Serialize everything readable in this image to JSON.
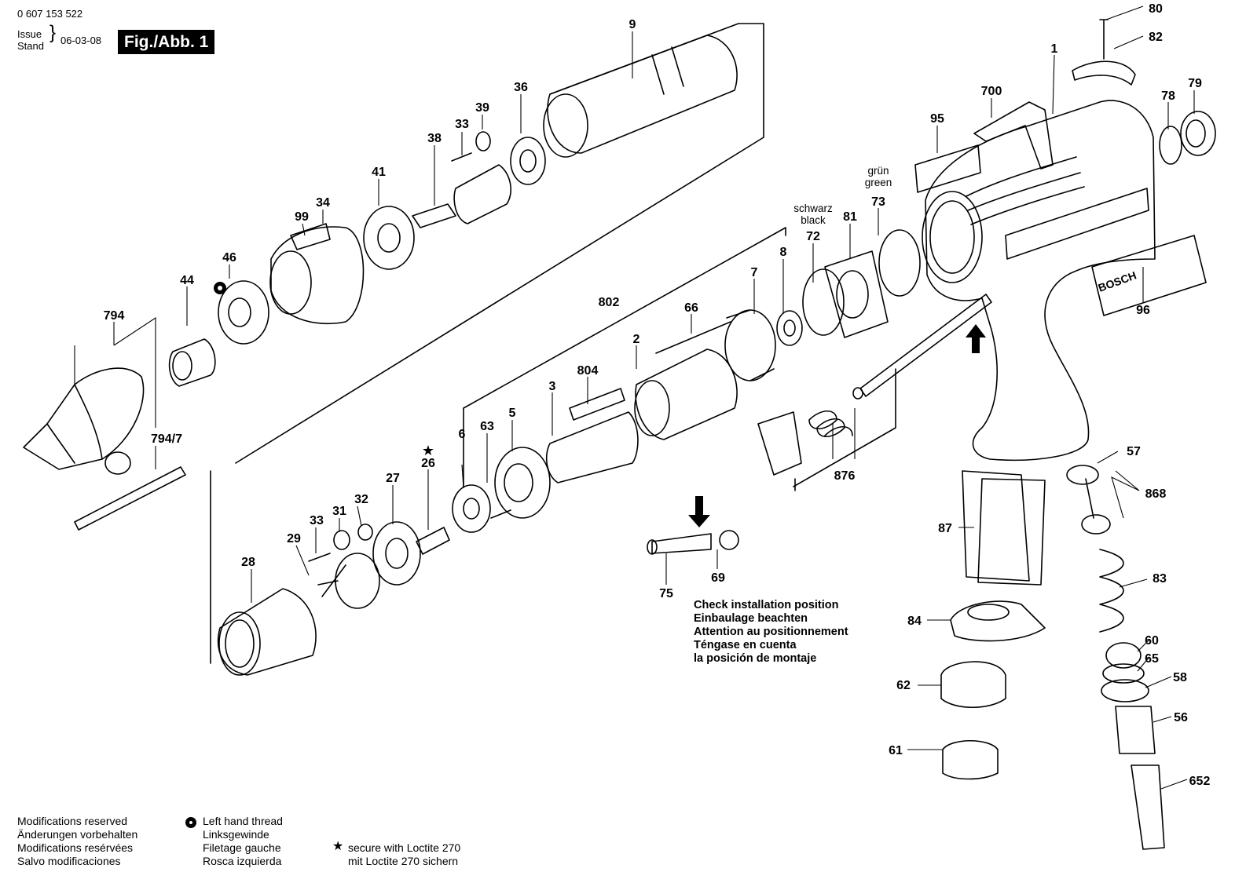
{
  "header": {
    "doc_number": "0 607 153 522",
    "issue_label": "Issue",
    "stand_label": "Stand",
    "date": "06-03-08",
    "fig_label": "Fig./Abb. 1"
  },
  "callouts": {
    "c80": "80",
    "c82": "82",
    "c1": "1",
    "c700": "700",
    "c95": "95",
    "c79": "79",
    "c78": "78",
    "c73": "73",
    "c72": "72",
    "c81": "81",
    "c8": "8",
    "c7": "7",
    "c66": "66",
    "c2": "2",
    "c802": "802",
    "c804": "804",
    "c3": "3",
    "c5": "5",
    "c63": "63",
    "c6": "6",
    "c26": "26",
    "c27": "27",
    "c32": "32",
    "c31": "31",
    "c33b": "33",
    "c29": "29",
    "c28": "28",
    "c9": "9",
    "c36": "36",
    "c39": "39",
    "c33a": "33",
    "c38": "38",
    "c41": "41",
    "c34": "34",
    "c99": "99",
    "c46": "46",
    "c44": "44",
    "c794": "794",
    "c7947": "794/7",
    "c876": "876",
    "c96": "96",
    "c57": "57",
    "c868": "868",
    "c87": "87",
    "c83": "83",
    "c84": "84",
    "c60": "60",
    "c65": "65",
    "c58": "58",
    "c62": "62",
    "c56": "56",
    "c61": "61",
    "c652": "652",
    "c69": "69",
    "c75": "75"
  },
  "color_labels": {
    "schwarz": "schwarz",
    "black": "black",
    "gruen": "grün",
    "green": "green"
  },
  "brand_text": "BOSCH",
  "install_note": [
    "Check installation position",
    "Einbaulage beachten",
    "Attention au positionnement",
    "Téngase en cuenta",
    "la posición de montaje"
  ],
  "footer": {
    "modifications": [
      "Modifications reserved",
      "Änderungen vorbehalten",
      "Modifications resérvées",
      "Salvo modificaciones"
    ],
    "left_hand_thread": [
      "Left hand thread",
      "Linksgewinde",
      "Filetage gauche",
      "Rosca izquierda"
    ],
    "loctite": [
      "secure with Loctite 270",
      "mit Loctite 270 sichern"
    ]
  }
}
